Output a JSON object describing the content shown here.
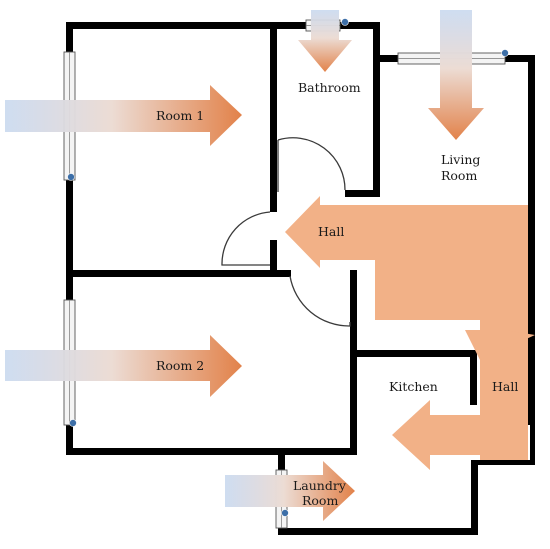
{
  "floorplan": {
    "rooms": [
      {
        "id": "room1",
        "label": "Room 1"
      },
      {
        "id": "room2",
        "label": "Room 2"
      },
      {
        "id": "bathroom",
        "label": "Bathroom"
      },
      {
        "id": "living",
        "label_line1": "Living",
        "label_line2": "Room"
      },
      {
        "id": "hall_main",
        "label": "Hall"
      },
      {
        "id": "hall_side",
        "label": "Hall"
      },
      {
        "id": "kitchen",
        "label": "Kitchen"
      },
      {
        "id": "laundry",
        "label_line1": "Laundry",
        "label_line2": "Room"
      }
    ],
    "colors": {
      "hall_fill": "#f2b187",
      "arrow_accent": "#e2824a",
      "arrow_start": "#c9d9ef",
      "wall": "#000000",
      "window_knob": "#3d6fa8"
    }
  }
}
